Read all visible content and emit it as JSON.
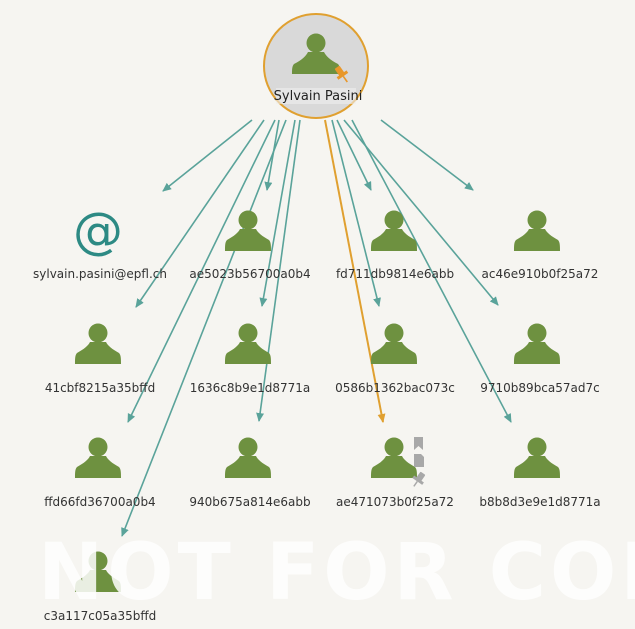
{
  "root": {
    "label": "Sylvain Pasini",
    "icon": "person-icon",
    "badge_icon": "pin-icon"
  },
  "colors": {
    "edge": "#5aa39a",
    "edge_highlight": "#e0a030",
    "node": "#6e9140",
    "root_border": "#e0a030",
    "root_fill": "#d9d9d9"
  },
  "nodes": [
    {
      "id": "email",
      "label": "sylvain.pasini@epfl.ch",
      "icon": "at-icon"
    },
    {
      "id": "n1",
      "label": "ae5023b56700a0b4",
      "icon": "person-icon"
    },
    {
      "id": "n2",
      "label": "fd711db9814e6abb",
      "icon": "person-icon"
    },
    {
      "id": "n3",
      "label": "ac46e910b0f25a72",
      "icon": "person-icon"
    },
    {
      "id": "n4",
      "label": "41cbf8215a35bffd",
      "icon": "person-icon"
    },
    {
      "id": "n5",
      "label": "1636c8b9e1d8771a",
      "icon": "person-icon"
    },
    {
      "id": "n6",
      "label": "0586b1362bac073c",
      "icon": "person-icon"
    },
    {
      "id": "n7",
      "label": "9710b89bca57ad7c",
      "icon": "person-icon"
    },
    {
      "id": "n8",
      "label": "ffd66fd36700a0b4",
      "icon": "person-icon"
    },
    {
      "id": "n9",
      "label": "940b675a814e6abb",
      "icon": "person-icon"
    },
    {
      "id": "n10",
      "label": "ae471073b0f25a72",
      "icon": "person-icon",
      "highlighted": true,
      "side_icons": [
        "bookmark-icon",
        "document-icon",
        "pin-icon"
      ]
    },
    {
      "id": "n11",
      "label": "b8b8d3e9e1d8771a",
      "icon": "person-icon"
    },
    {
      "id": "n12",
      "label": "c3a117c05a35bffd",
      "icon": "person-icon"
    }
  ],
  "watermark": "NOT FOR COMMERCIAL"
}
